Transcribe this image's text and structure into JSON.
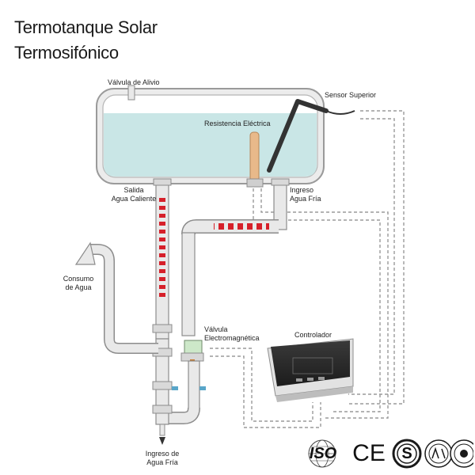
{
  "title": {
    "line1": "Termotanque Solar",
    "line2": "Termosifónico"
  },
  "labels": {
    "relief_valve": "Válvula de Alivio",
    "top_sensor": "Sensor Superior",
    "electric_resistance": "Resistencia Eléctrica",
    "hot_outlet_line1": "Salida",
    "hot_outlet_line2": "Agua Caliente",
    "cold_inlet_top_line1": "Ingreso",
    "cold_inlet_top_line2": "Agua Fría",
    "consumption_line1": "Consumo",
    "consumption_line2": "de Agua",
    "solenoid_line1": "Válvula",
    "solenoid_line2": "Electromagnética",
    "controller": "Controlador",
    "cold_inlet_bottom_line1": "Ingreso de",
    "cold_inlet_bottom_line2": "Agua Fría"
  },
  "certifications": {
    "iso": "ISO",
    "ce": "CE",
    "s_mark": "S"
  },
  "colors": {
    "water": "#c9e6e6",
    "tank_outline": "#9a9a9a",
    "pipe": "#e9e9e9",
    "pipe_outline": "#8c8c8c",
    "hot_stripe": "#d6202a",
    "wire": "#9a9a9a",
    "heater": "#e8b98a",
    "sensor": "#333333",
    "controller_body": "#2b2b2b"
  }
}
